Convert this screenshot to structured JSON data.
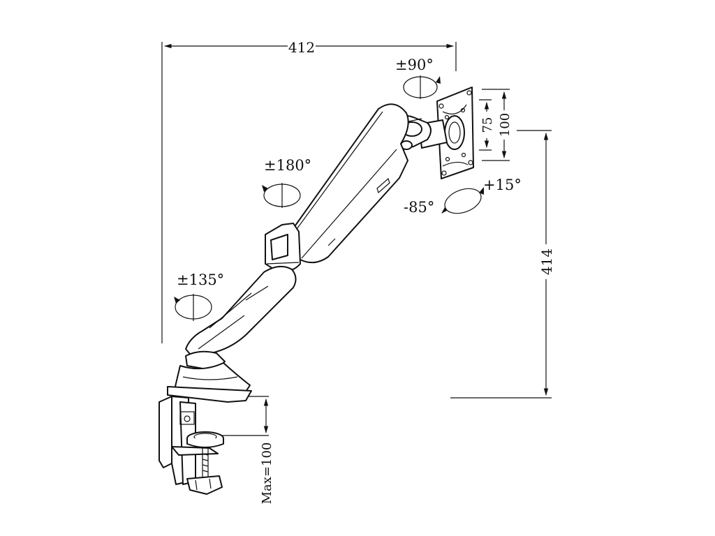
{
  "dimensions": {
    "total_width": "412",
    "total_height": "414",
    "vesa_small": "75",
    "vesa_large": "100",
    "clamp_max": "Max=100"
  },
  "rotations": {
    "head_swivel": "±90°",
    "arm_rotation": "±180°",
    "base_rotation": "±135°",
    "tilt_up": "+15°",
    "tilt_down": "-85°"
  },
  "colors": {
    "line": "#111111",
    "background": "#ffffff"
  }
}
